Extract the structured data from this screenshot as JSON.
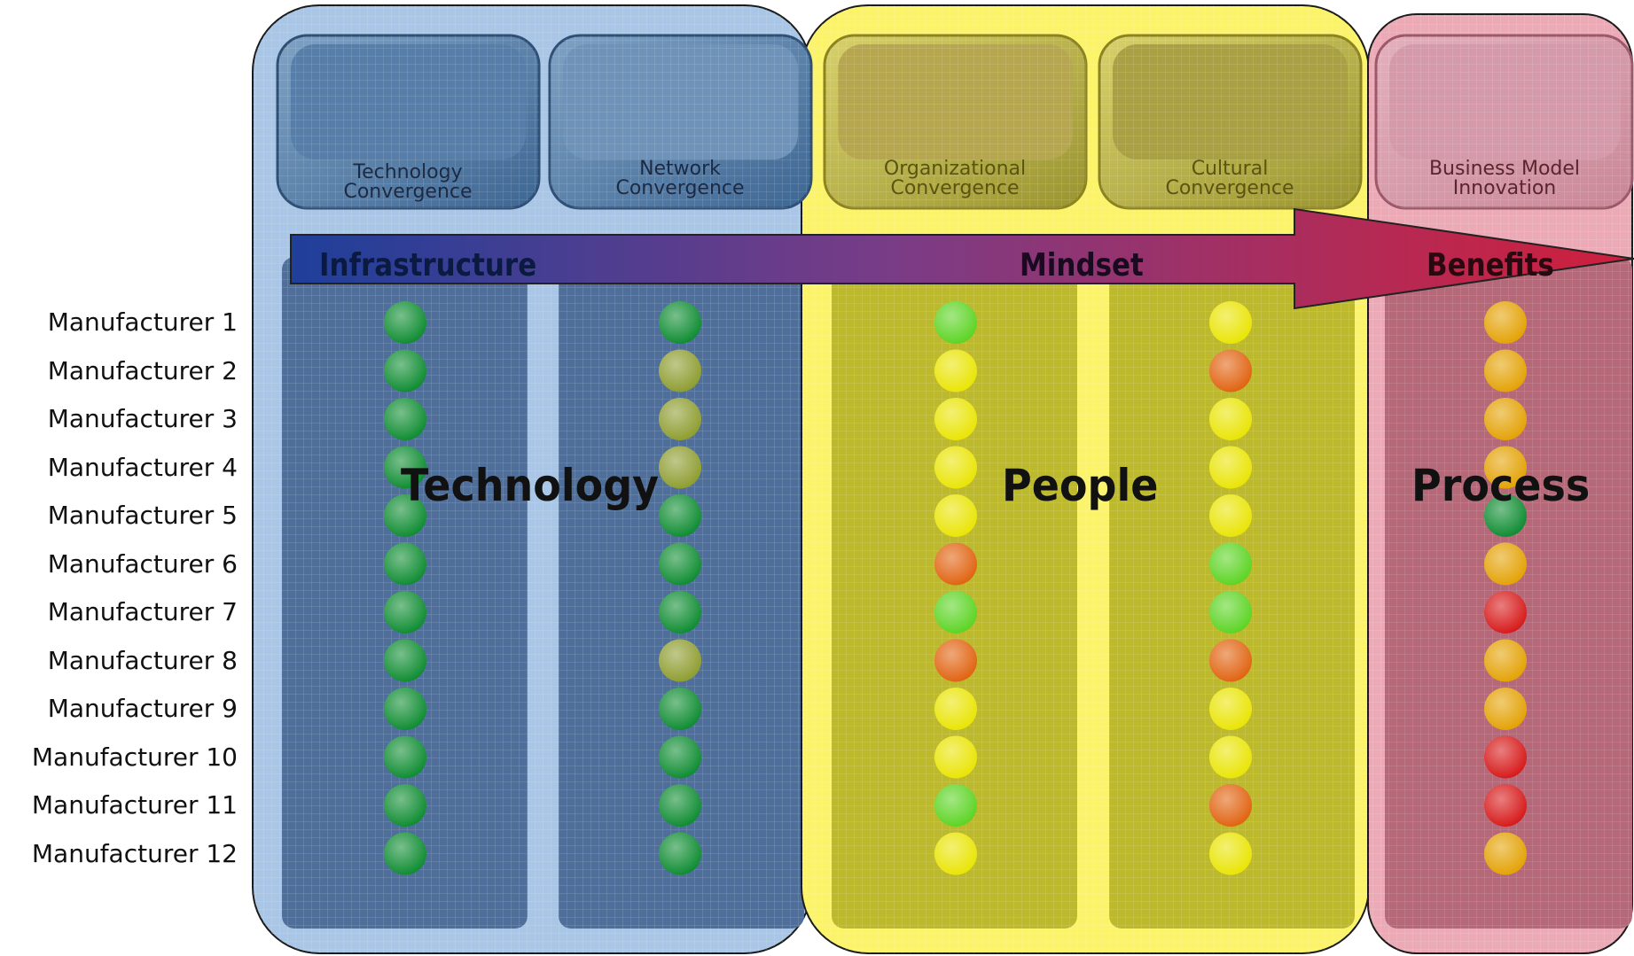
{
  "groups": [
    {
      "name": "Technology"
    },
    {
      "name": "People"
    },
    {
      "name": "Process"
    }
  ],
  "columns": [
    {
      "title_line1": "Technology",
      "title_line2": "Convergence"
    },
    {
      "title_line1": "Network",
      "title_line2": "Convergence"
    },
    {
      "title_line1": "Organizational",
      "title_line2": "Convergence"
    },
    {
      "title_line1": "Cultural",
      "title_line2": "Convergence"
    },
    {
      "title_line1": "Business Model",
      "title_line2": "Innovation"
    }
  ],
  "arrow": {
    "labels": [
      "Infrastructure",
      "Mindset",
      "Benefits"
    ]
  },
  "rows": [
    "Manufacturer 1",
    "Manufacturer 2",
    "Manufacturer 3",
    "Manufacturer 4",
    "Manufacturer 5",
    "Manufacturer 6",
    "Manufacturer 7",
    "Manufacturer 8",
    "Manufacturer 9",
    "Manufacturer 10",
    "Manufacturer 11",
    "Manufacturer 12"
  ],
  "status_colors": {
    "dark-green": "#0a8a2e",
    "lime": "#59d31f",
    "olive": "#8c9b2c",
    "yellow": "#e9e400",
    "amber": "#e3a000",
    "orange": "#e0600c",
    "red": "#d61515"
  },
  "ratings": [
    [
      "dark-green",
      "dark-green",
      "lime",
      "yellow",
      "amber"
    ],
    [
      "dark-green",
      "olive",
      "yellow",
      "orange",
      "amber"
    ],
    [
      "dark-green",
      "olive",
      "yellow",
      "yellow",
      "amber"
    ],
    [
      "dark-green",
      "olive",
      "yellow",
      "yellow",
      "amber"
    ],
    [
      "dark-green",
      "dark-green",
      "yellow",
      "yellow",
      "dark-green"
    ],
    [
      "dark-green",
      "dark-green",
      "orange",
      "lime",
      "amber"
    ],
    [
      "dark-green",
      "dark-green",
      "lime",
      "lime",
      "red"
    ],
    [
      "dark-green",
      "olive",
      "orange",
      "orange",
      "amber"
    ],
    [
      "dark-green",
      "dark-green",
      "yellow",
      "yellow",
      "amber"
    ],
    [
      "dark-green",
      "dark-green",
      "yellow",
      "yellow",
      "red"
    ],
    [
      "dark-green",
      "dark-green",
      "lime",
      "orange",
      "red"
    ],
    [
      "dark-green",
      "dark-green",
      "yellow",
      "yellow",
      "amber"
    ]
  ]
}
